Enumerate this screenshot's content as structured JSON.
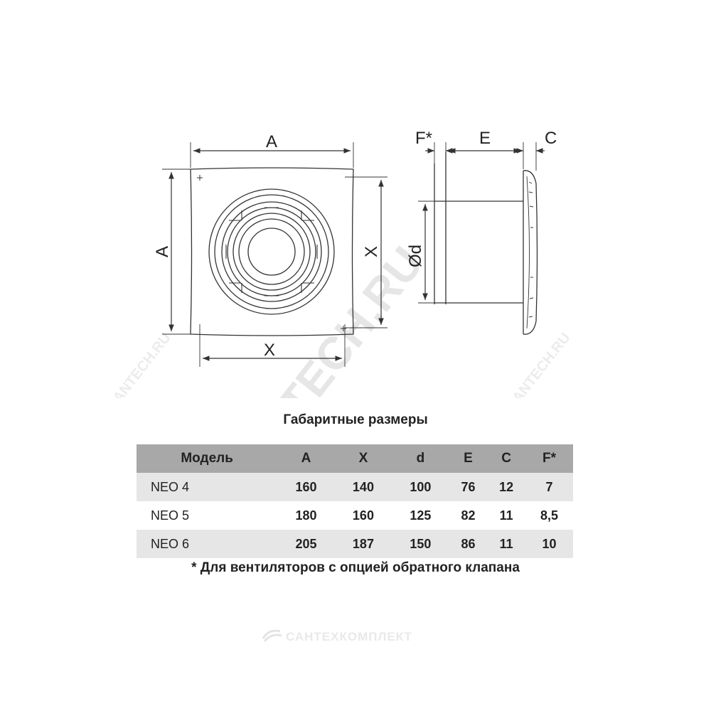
{
  "drawing": {
    "front_view": {
      "label_width": "A",
      "label_height": "A",
      "label_mount_x": "X",
      "label_mount_y": "X"
    },
    "side_view": {
      "label_f": "F*",
      "label_e": "E",
      "label_c": "C",
      "label_d": "Ød"
    }
  },
  "watermark": {
    "main": "SANTECH.RU",
    "left": "SANTECH.RU",
    "right": "SANTECH.RU"
  },
  "table": {
    "title": "Габаритные размеры",
    "headers": [
      "Модель",
      "A",
      "X",
      "d",
      "E",
      "C",
      "F*"
    ],
    "rows": [
      [
        "NEO 4",
        "160",
        "140",
        "100",
        "76",
        "12",
        "7"
      ],
      [
        "NEO 5",
        "180",
        "160",
        "125",
        "82",
        "11",
        "8,5"
      ],
      [
        "NEO 6",
        "205",
        "187",
        "150",
        "86",
        "11",
        "10"
      ]
    ],
    "footnote": "* Для вентиляторов с опцией обратного клапана"
  },
  "brand": {
    "name": "САНТЕХКОМПЛЕКТ"
  },
  "colors": {
    "header_bg": "#a8a8a8",
    "row_shade": "#e6e6e6",
    "line": "#333333",
    "watermark": "#e6e6e6"
  }
}
